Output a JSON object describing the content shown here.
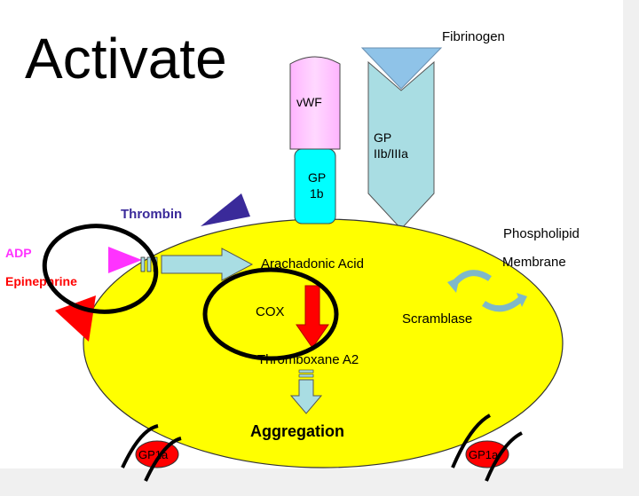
{
  "slide": {
    "title": "Activate",
    "labels": {
      "fibrinogen": "Fibrinogen",
      "vwf": "vWF",
      "gp_iib_iiia_line1": "GP",
      "gp_iib_iiia_line2": "IIb/IIIa",
      "gp1b_line1": "GP",
      "gp1b_line2": "1b",
      "thrombin": "Thrombin",
      "adp": "ADP",
      "epinephrine": "Epinephrine",
      "phospholipid": "Phospholipid",
      "membrane": "Membrane",
      "arachadonic_acid": "Arachadonic Acid",
      "cox": "COX",
      "thromboxane": "Thromboxane A2",
      "scramblase": "Scramblase",
      "aggregation": "Aggregation",
      "gp1a_left": "GP1a",
      "gp1a_right": "GP1a"
    },
    "colors": {
      "cell": "#ffff00",
      "vwf": "#ffc8ff",
      "gp1b": "#00ffff",
      "gp_iib": "#a9dde3",
      "fibrinogen": "#8fc3e8",
      "thrombin_text": "#3a2a9a",
      "adp": "#ff33ff",
      "epinephrine": "#ff0000",
      "cox_arrow": "#ff0000",
      "gp1a": "#ff0000"
    }
  }
}
